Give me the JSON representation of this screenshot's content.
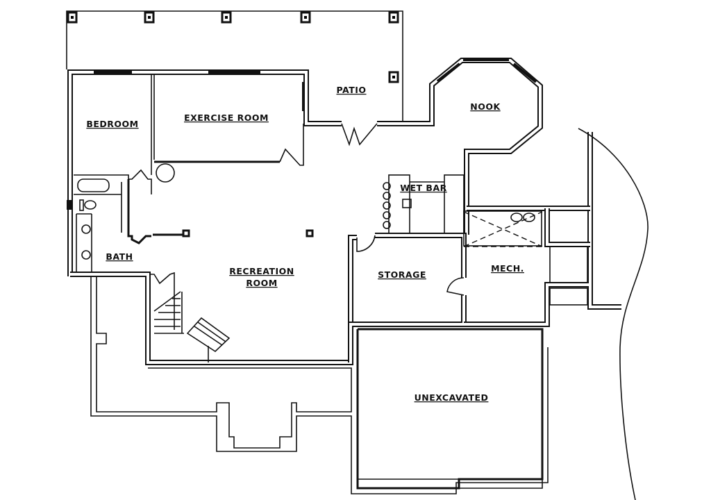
{
  "rooms": {
    "patio": "PATIO",
    "nook": "NOOK",
    "bedroom": "BEDROOM",
    "exercise_room": "EXERCISE ROOM",
    "wet_bar": "WET BAR",
    "bath": "BATH",
    "recreation_room_line1": "RECREATION",
    "recreation_room_line2": "ROOM",
    "storage": "STORAGE",
    "mech": "MECH.",
    "unexcavated": "UNEXCAVATED"
  }
}
